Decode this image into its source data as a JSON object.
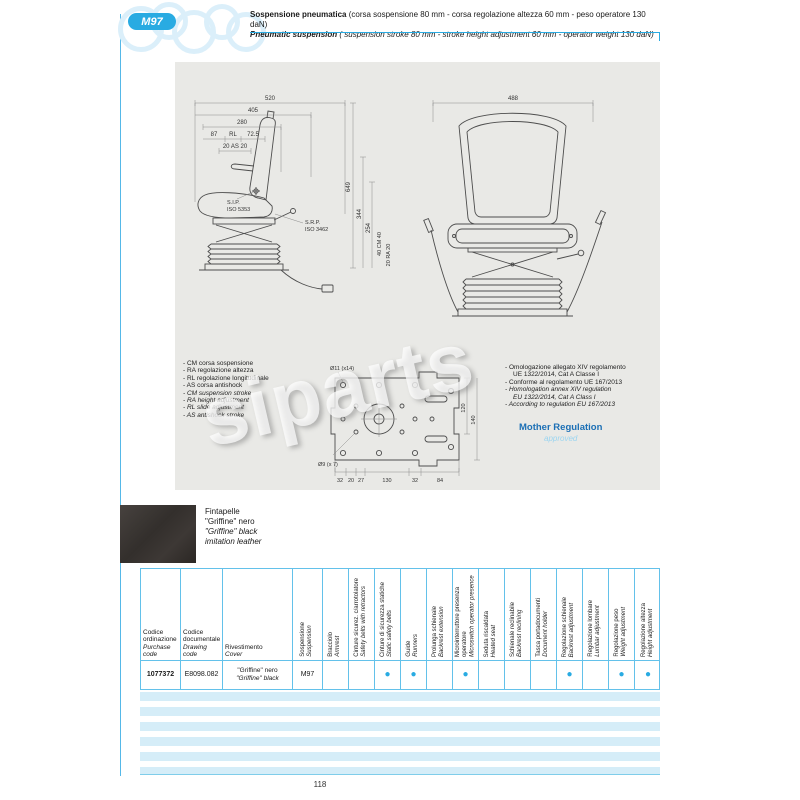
{
  "colors": {
    "accent": "#29abe2",
    "table_grid": "#63c1ea",
    "stripe": "#d5edf8",
    "mother_blue": "#1b6fb5"
  },
  "header": {
    "badge": "M97",
    "title_it_bold": "Sospensione pneumatica ",
    "title_it_rest": "(corsa sospensione 80 mm - corsa regolazione altezza 60 mm - peso operatore 130 daN)",
    "title_en_bold": "Pneumatic suspension ",
    "title_en_rest": "( suspension stroke 80 mm - stroke height adjustment 60 mm - operator weight 130 daN)"
  },
  "drawing": {
    "side_view": {
      "dim_520": "520",
      "dim_405": "405",
      "dim_280": "280",
      "dim_87": "87",
      "dim_rl": "RL",
      "dim_72_5": "72.5",
      "dim_as": "20 AS 20",
      "dim_649": "649",
      "dim_344": "344",
      "dim_254": "254",
      "dim_cm": "40 CM 40",
      "dim_ra": "20 RA 20",
      "sip_label_1": "S.I.P.",
      "sip_label_2": "ISO 5353",
      "srp_label_1": "S.R.P.",
      "srp_label_2": "ISO 3462"
    },
    "rear_view": {
      "dim_488": "488"
    },
    "plate_view": {
      "hole_label_top": "Ø11 (x14)",
      "hole_label_left": "Ø9 (x 7)",
      "dim_120": "120",
      "dim_140": "140",
      "dims_bottom": [
        "32",
        "20",
        "27",
        "130",
        "32",
        "84"
      ]
    },
    "legend_it": [
      "- CM  corsa sospensione",
      "- RA  regolazione altezza",
      "- RL  regolazione longitudinale",
      "- AS  corsa antishock"
    ],
    "legend_en": [
      "- CM  suspension stroke",
      "- RA  height adjustment",
      "- RL  slide adjustment",
      "- AS  antishock stroke"
    ],
    "homologation_it": [
      "- Omologazione allegato XIV regolamento",
      "UE 1322/2014, Cat A Classe I",
      "- Conforme al regolamento UE 167/2013"
    ],
    "homologation_en": [
      "- Homologation annex XIV regulation",
      "EU 1322/2014, Cat A Class I",
      "- According to regulation EU 167/2013"
    ],
    "mother_regulation": "Mother Regulation",
    "approved": "approved",
    "watermark": "siparts"
  },
  "swatch": {
    "line1": "Fintapelle",
    "line2": "\"Griffine\" nero",
    "line3": "\"Griffine\" black",
    "line4": "imitation leather"
  },
  "table": {
    "columns": [
      {
        "it": "Codice ordinazione",
        "en": "Purchase code"
      },
      {
        "it": "Codice documentale",
        "en": "Drawing code"
      },
      {
        "it": "Rivestimento",
        "en": "Cover"
      },
      {
        "it": "Sospensione",
        "en": "Suspension"
      },
      {
        "it": "Bracciolo",
        "en": "Armrest"
      },
      {
        "it": "Cinture sicurez. c/arrotolatore",
        "en": "Safety belts with retractors"
      },
      {
        "it": "Cinture di sicurezza statiche",
        "en": "Static safety belts"
      },
      {
        "it": "Guide",
        "en": "Runners"
      },
      {
        "it": "Prolunga schienale",
        "en": "Backrest extension"
      },
      {
        "it": "Microinterruttore presenza operatore",
        "en": "Microswitch operator presence"
      },
      {
        "it": "Seduta riscaldata",
        "en": "Heated seat"
      },
      {
        "it": "Schienale reclinabile",
        "en": "Backrest reclining"
      },
      {
        "it": "Tasca portadocumenti",
        "en": "Document holder"
      },
      {
        "it": "Regolazione schienale",
        "en": "Backrest adjustment"
      },
      {
        "it": "Regolazione lombare",
        "en": "Lumbar adjustment"
      },
      {
        "it": "Regolazione peso",
        "en": "Weight adjustment"
      },
      {
        "it": "Regolazione altezza",
        "en": "Height adjustment"
      }
    ],
    "row": {
      "purchase_code": "1077372",
      "drawing_code": "E8098.082",
      "cover_it": "\"Griffine\" nero",
      "cover_en": "\"Griffine\" black",
      "suspension": "M97",
      "marks": [
        "",
        "",
        "●",
        "●",
        "",
        "●",
        "",
        "",
        "",
        "●",
        "",
        "●",
        "●"
      ]
    }
  },
  "footer": {
    "page_number": "118"
  }
}
